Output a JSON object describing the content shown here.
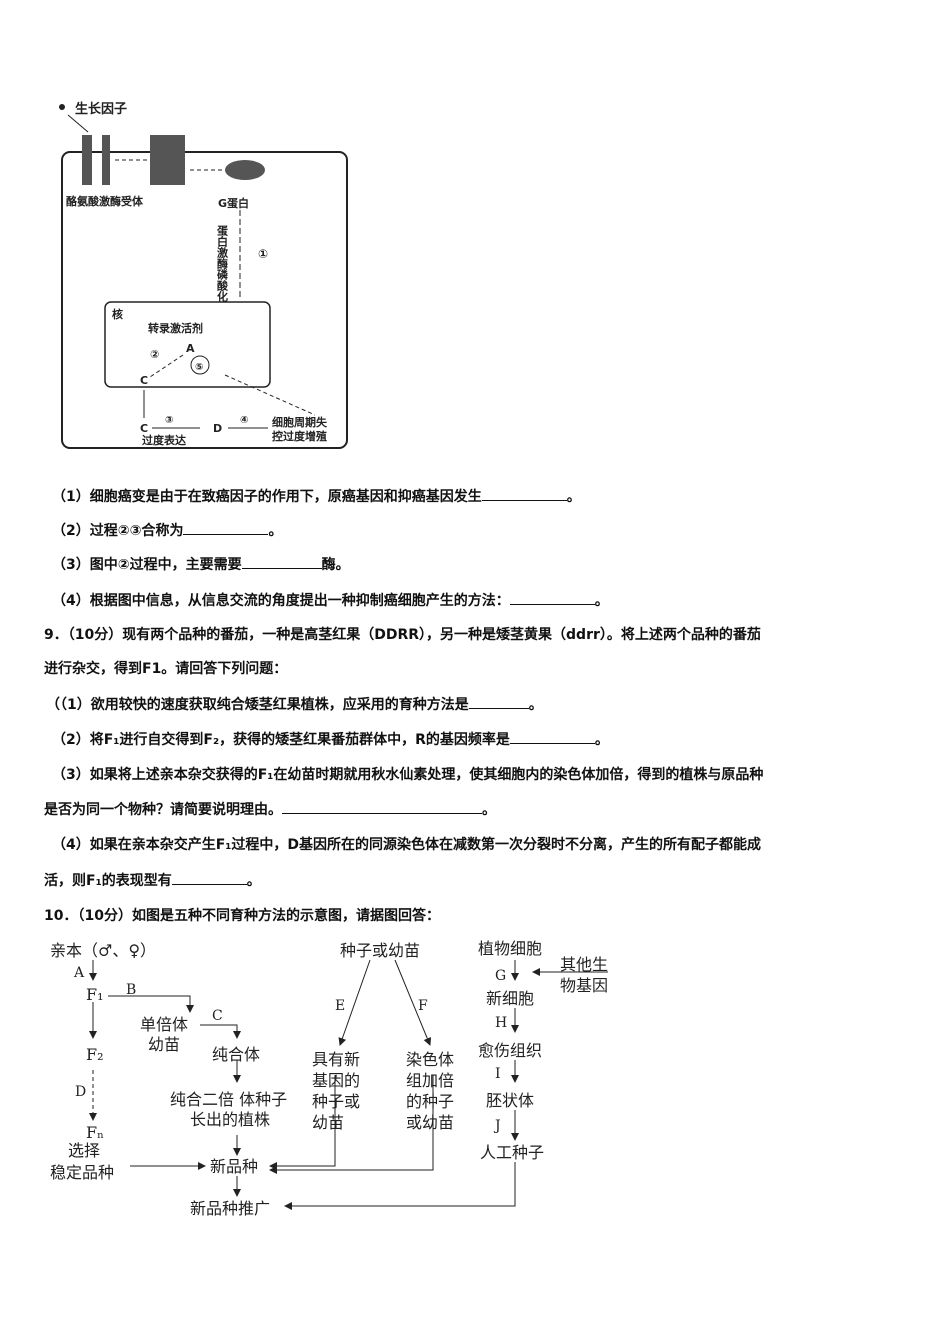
{
  "diagram1": {
    "labels": {
      "growth_factor": "生长因子",
      "receptor": "酪氨酸激酶受体",
      "g_protein": "G蛋白",
      "kinase": "蛋白激酶磷酸化",
      "nucleus": "核",
      "activator": "转录激活剂",
      "a": "A",
      "c_inner": "C",
      "c_outer": "C",
      "overexpress": "过度表达",
      "d": "D",
      "outcome1": "细胞周期失",
      "outcome2": "控过度增殖",
      "s1": "①",
      "s2": "②",
      "s3": "③",
      "s4": "④",
      "s5": "⑤"
    }
  },
  "q8": {
    "items": [
      {
        "pre": "（1）细胞癌变是由于在致癌因子的作用下，原癌基因和抑癌基因发生",
        "post": "。"
      },
      {
        "pre": "（2）过程②③合称为",
        "post": "。"
      },
      {
        "pre": "（3）图中②过程中，主要需要",
        "post": "酶。"
      },
      {
        "pre": "（4）根据图中信息，从信息交流的角度提出一种抑制癌细胞产生的方法：",
        "post": "。"
      }
    ]
  },
  "q9": {
    "line1": "9．（10分）现有两个品种的番茄，一种是高茎红果（DDRR），另一种是矮茎黄果（ddrr）。将上述两个品种的番茄",
    "line2": "进行杂交，得到F1。请回答下列问题：",
    "p1": {
      "pre": "（（1）欲用较快的速度获取纯合矮茎红果植株，应采用的育种方法是",
      "post": "。"
    },
    "p2": {
      "pre": "（2）将F₁进行自交得到F₂，获得的矮茎红果番茄群体中，R的基因频率是",
      "post": "。"
    },
    "p3a": "（3）如果将上述亲本杂交获得的F₁在幼苗时期就用秋水仙素处理，使其细胞内的染色体加倍，得到的植株与原品种",
    "p3b": {
      "pre": "是否为同一个物种？请简要说明理由。",
      "post": "。"
    },
    "p4a": "（4）如果在亲本杂交产生F₁过程中，D基因所在的同源染色体在减数第一次分裂时不分离，产生的所有配子都能成",
    "p4b": {
      "pre": "活，则F₁的表现型有",
      "post": "。"
    }
  },
  "q10": {
    "line": "10．（10分）如图是五种不同育种方法的示意图，请据图回答："
  },
  "diagram2": {
    "parents": "亲本（♂、♀）",
    "A": "A",
    "B": "B",
    "C": "C",
    "D": "D",
    "E": "E",
    "F": "F",
    "G": "G",
    "H": "H",
    "I": "I",
    "J": "J",
    "F1": "F₁",
    "F2": "F₂",
    "Fn": "Fₙ",
    "haploid1": "单倍体",
    "haploid2": "幼苗",
    "pure": "纯合体",
    "diploid1": "纯合二倍 体种子",
    "diploid2": "长出的植株",
    "select1": "选择",
    "select2": "稳定品种",
    "new_variety": "新品种",
    "promote": "新品种推广",
    "seed": "种子或幼苗",
    "newgene1": "具有新",
    "newgene2": "基因的",
    "newgene3": "种子或",
    "newgene4": "幼苗",
    "dbl1": "染色体",
    "dbl2": "组加倍",
    "dbl3": "的种子",
    "dbl4": "或幼苗",
    "plantcell": "植物细胞",
    "other1": "其他生",
    "other2": "物基因",
    "newcell": "新细胞",
    "callus": "愈伤组织",
    "embryo": "胚状体",
    "artseed": "人工种子"
  }
}
